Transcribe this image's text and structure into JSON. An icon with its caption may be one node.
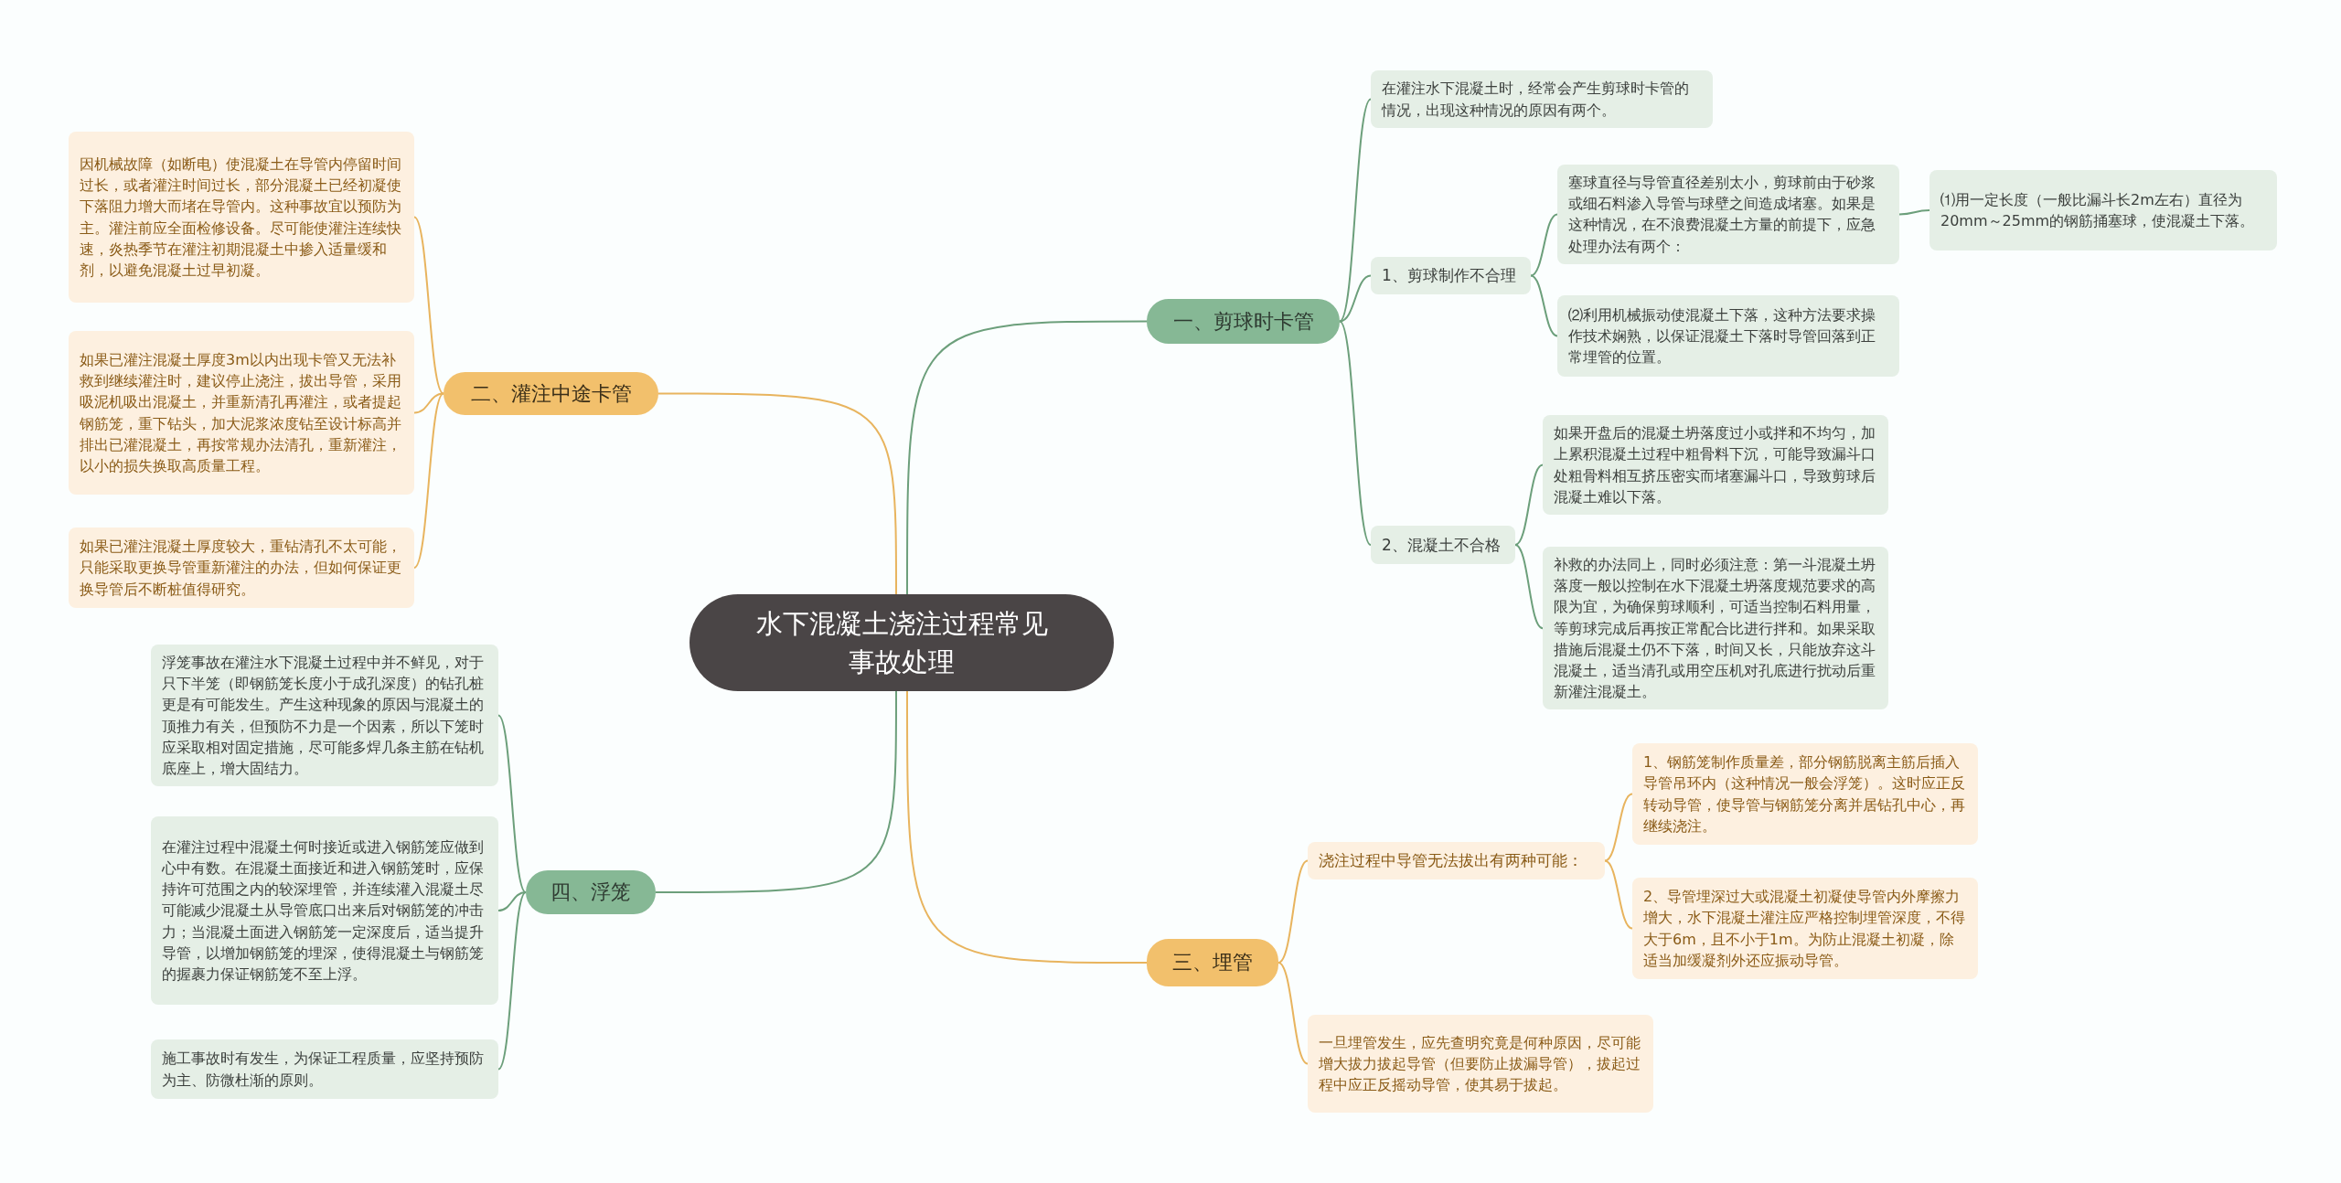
{
  "diagram": {
    "nodes": [
      {
        "text": [
          "水下混凝土浇注过程常见事故处理"
        ]
      },
      {
        "text": [
          "一、剪球时卡管"
        ]
      },
      {
        "text": [
          "在灌注水下混凝土时，经常会产生剪球时卡管的情况，出现这种情况的原因有两个。"
        ]
      },
      {
        "text": [
          "1、剪球制作不合理"
        ]
      },
      {
        "text": [
          "塞球直径与导管直径差别太小，剪球前由于砂浆或细石料渗入导管与球壁之间造成堵塞。如果是这种情况，在不浪费混凝土方量的前提下，应急处理办法有两个："
        ]
      },
      {
        "text": [
          "⑴用一定长度（一般比漏斗长2m左右）直径为20mm～25mm的钢筋捅塞球，使混凝土下落。"
        ]
      },
      {
        "text": [
          "⑵利用机械振动使混凝土下落，这种方法要求操作技术娴熟，以保证混凝土下落时导管回落到正常埋管的位置。"
        ]
      },
      {
        "text": [
          "2、混凝土不合格"
        ]
      },
      {
        "text": [
          "如果开盘后的混凝土坍落度过小或拌和不均匀，加上累积混凝土过程中粗骨料下沉，可能导致漏斗口处粗骨料相互挤压密实而堵塞漏斗口，导致剪球后混凝土难以下落。"
        ]
      },
      {
        "text": [
          "补救的办法同上，同时必须注意：第一斗混凝土坍落度一般以控制在水下混凝土坍落度规范要求的高限为宜，为确保剪球顺利，可适当控制石料用量，等剪球完成后再按正常配合比进行拌和。如果采取措施后混凝土仍不下落，时间又长，只能放弃这斗混凝土，适当清孔或用空压机对孔底进行扰动后重新灌注混凝土。"
        ]
      },
      {
        "text": [
          "三、埋管"
        ]
      },
      {
        "text": [
          "浇注过程中导管无法拔出有两种可能："
        ]
      },
      {
        "text": [
          "1、钢筋笼制作质量差，部分钢筋脱离主筋后插入导管吊环内（这种情况一般会浮笼）。这时应正反转动导管，使导管与钢筋笼分离并居钻孔中心，再继续浇注。"
        ]
      },
      {
        "text": [
          "2、导管埋深过大或混凝土初凝使导管内外摩擦力增大，水下混凝土灌注应严格控制埋管深度，不得大于6m，且不小于1m。为防止混凝土初凝，除适当加缓凝剂外还应振动导管。"
        ]
      },
      {
        "text": [
          "一旦埋管发生，应先查明究竟是何种原因，尽可能增大拔力拔起导管（但要防止拔漏导管），拔起过程中应正反摇动导管，使其易于拔起。"
        ]
      },
      {
        "text": [
          "二、灌注中途卡管"
        ]
      },
      {
        "text": [
          "因机械故障（如断电）使混凝土在导管内停留时间过长，或者灌注时间过长，部分混凝土已经初凝使下落阻力增大而堵在导管内。这种事故宜以预防为主。灌注前应全面检修设备。尽可能使灌注连续快速，炎热季节在灌注初期混凝土中掺入适量缓和剂，以避免混凝土过早初凝。"
        ]
      },
      {
        "text": [
          "如果已灌注混凝土厚度3m以内出现卡管又无法补救到继续灌注时，建议停止浇注，拔出导管，采用吸泥机吸出混凝土，并重新清孔再灌注，或者提起钢筋笼，重下钻头，加大泥浆浓度钻至设计标高并排出已灌混凝土，再按常规办法清孔，重新灌注，以小的损失换取高质量工程。"
        ]
      },
      {
        "text": [
          "如果已灌注混凝土厚度较大，重钻清孔不太可能，只能采取更换导管重新灌注的办法，但如何保证更换导管后不断桩值得研究。"
        ]
      },
      {
        "text": [
          "四、浮笼"
        ]
      },
      {
        "text": [
          "浮笼事故在灌注水下混凝土过程中并不鲜见，对于只下半笼（即钢筋笼长度小于成孔深度）的钻孔桩更是有可能发生。产生这种现象的原因与混凝土的顶推力有关，但预防不力是一个因素，所以下笼时应采取相对固定措施，尽可能多焊几条主筋在钻机底座上，增大固结力。"
        ]
      },
      {
        "text": [
          "在灌注过程中混凝土何时接近或进入钢筋笼应做到心中有数。在混凝土面接近和进入钢筋笼时，应保持许可范围之内的较深埋管，并连续灌入混凝土尽可能减少混凝土从导管底口出来后对钢筋笼的冲击力；当混凝土面进入钢筋笼一定深度后，适当提升导管，以增加钢筋笼的埋深，使得混凝土与钢筋笼的握裹力保证钢筋笼不至上浮。"
        ]
      },
      {
        "text": [
          "施工事故时有发生，为保证工程质量，应坚持预防为主、防微杜渐的原则。"
        ]
      }
    ],
    "edges": [
      {
        "from": 0,
        "to": 1,
        "arrow": "none"
      },
      {
        "from": 1,
        "to": 2,
        "arrow": "none"
      },
      {
        "from": 1,
        "to": 3,
        "arrow": "none"
      },
      {
        "from": 3,
        "to": 4,
        "arrow": "none"
      },
      {
        "from": 4,
        "to": 5,
        "arrow": "none"
      },
      {
        "from": 3,
        "to": 6,
        "arrow": "none"
      },
      {
        "from": 1,
        "to": 7,
        "arrow": "none"
      },
      {
        "from": 7,
        "to": 8,
        "arrow": "none"
      },
      {
        "from": 7,
        "to": 9,
        "arrow": "none"
      },
      {
        "from": 0,
        "to": 10,
        "arrow": "none",
        "color": "#e8b45e"
      },
      {
        "from": 10,
        "to": 11,
        "arrow": "none",
        "color": "#e8b45e"
      },
      {
        "from": 11,
        "to": 12,
        "arrow": "none",
        "color": "#e8b45e"
      },
      {
        "from": 11,
        "to": 13,
        "arrow": "none",
        "color": "#e8b45e"
      },
      {
        "from": 10,
        "to": 14,
        "arrow": "none",
        "color": "#e8b45e"
      },
      {
        "from": 0,
        "to": 15,
        "arrow": "none",
        "color": "#e8b45e"
      },
      {
        "from": 15,
        "to": 16,
        "arrow": "none",
        "color": "#e8b45e"
      },
      {
        "from": 15,
        "to": 17,
        "arrow": "none",
        "color": "#e8b45e"
      },
      {
        "from": 15,
        "to": 18,
        "arrow": "none",
        "color": "#e8b45e"
      },
      {
        "from": 0,
        "to": 19,
        "arrow": "none"
      },
      {
        "from": 19,
        "to": 20,
        "arrow": "none"
      },
      {
        "from": 19,
        "to": 21,
        "arrow": "none"
      },
      {
        "from": 19,
        "to": 22,
        "arrow": "none"
      }
    ]
  }
}
